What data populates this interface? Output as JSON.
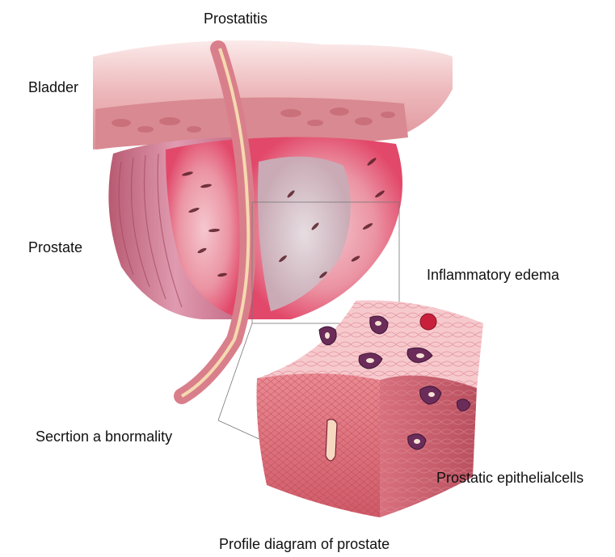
{
  "title": "Prostatitis",
  "labels": {
    "bladder": "Bladder",
    "prostate": "Prostate",
    "inflammatory_edema": "Inflammatory edema",
    "secretion_abnormality": "Secrtion a bnormality",
    "epithelial_cells": "Prostatic epithelialcells"
  },
  "caption": "Profile diagram of prostate",
  "colors": {
    "bladder_wall": "#e8a3a8",
    "prostate_tissue": "#f2a9b4",
    "inflamed_core": "#e2486a",
    "edema_area": "#d9c9cf",
    "urethra": "#f5d9b0",
    "block_tissue": "#e8707f",
    "gland": "#6b2c5a"
  }
}
